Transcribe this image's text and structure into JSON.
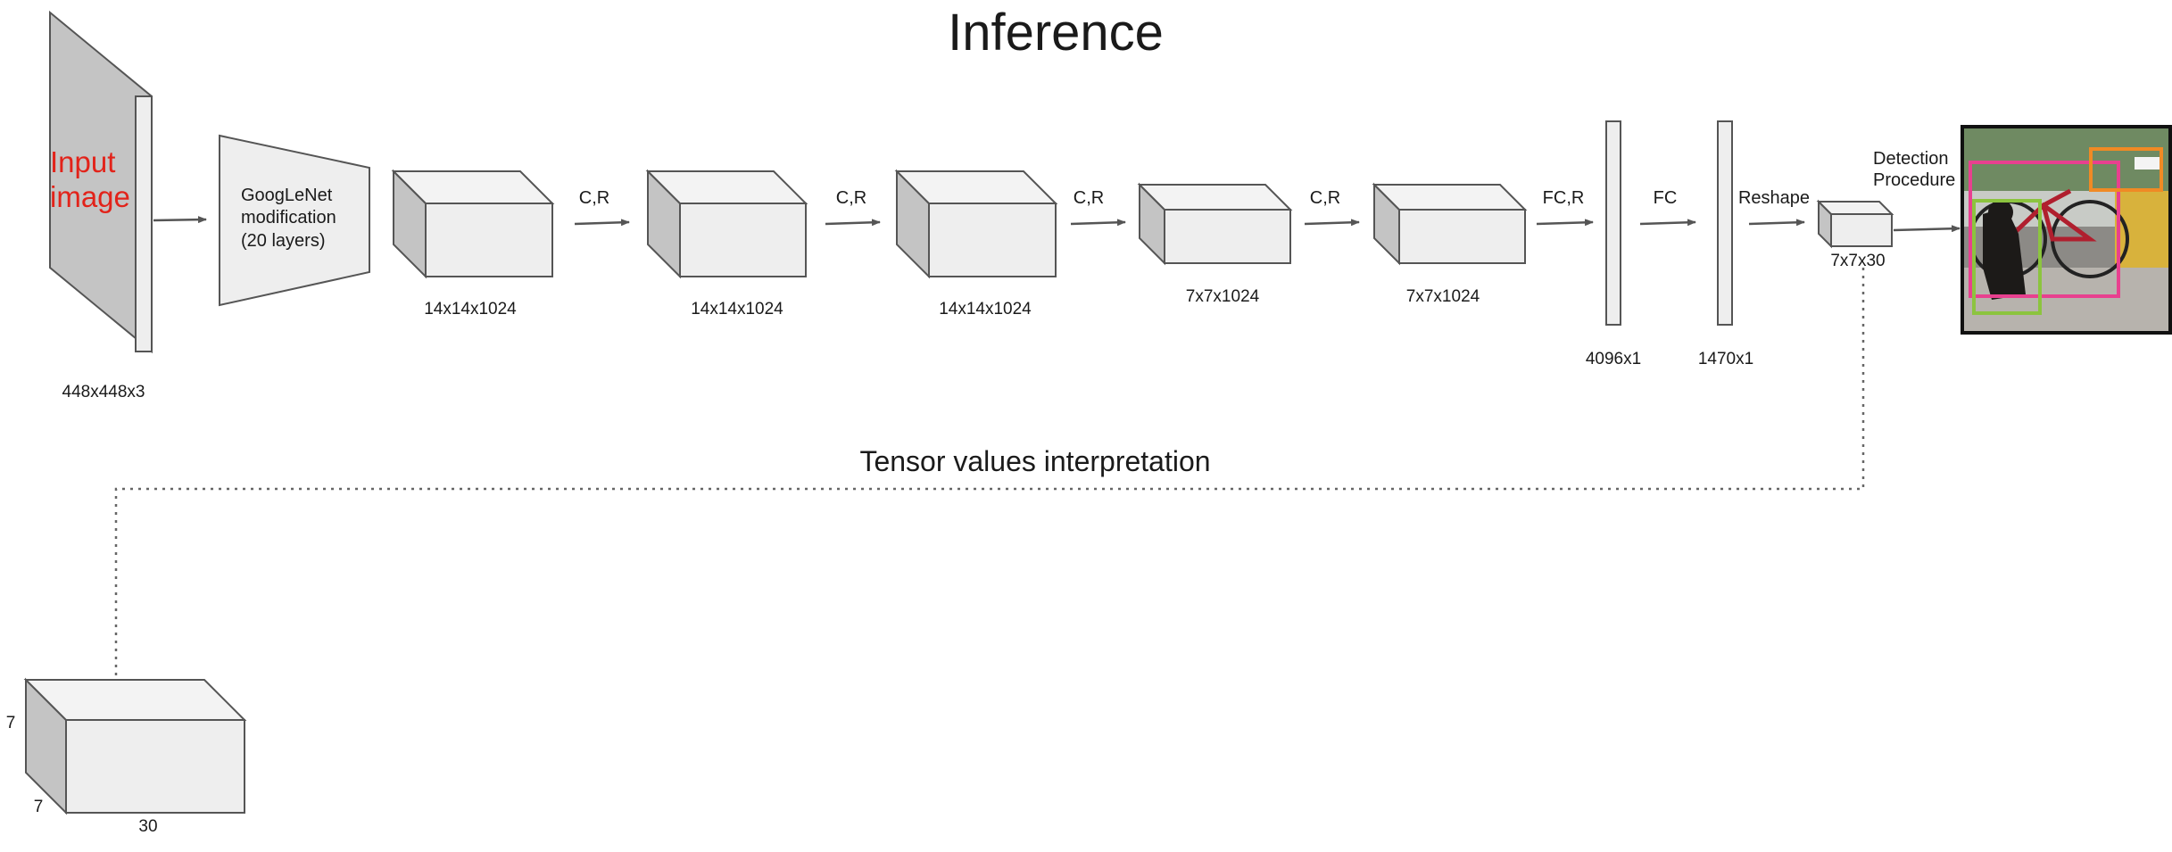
{
  "title": "Inference",
  "input": {
    "label_line1": "Input",
    "label_line2": "image",
    "dims": "448x448x3",
    "label_color": "#e2231a"
  },
  "googlenet": {
    "line1": "GoogLeNet",
    "line2": "modification",
    "line3": "(20 layers)"
  },
  "blocks": [
    {
      "dims": "14x14x1024"
    },
    {
      "dims": "14x14x1024"
    },
    {
      "dims": "14x14x1024"
    },
    {
      "dims": "7x7x1024"
    },
    {
      "dims": "7x7x1024"
    }
  ],
  "ops": [
    "C,R",
    "C,R",
    "C,R",
    "C,R",
    "FC,R",
    "FC",
    "Reshape"
  ],
  "fc_layers": [
    {
      "dims": "4096x1"
    },
    {
      "dims": "1470x1"
    }
  ],
  "output_tensor": {
    "dims": "7x7x30"
  },
  "detection": {
    "line1": "Detection",
    "line2": "Procedure",
    "box_colors": [
      "#e8408f",
      "#8cc43f",
      "#f08a24"
    ]
  },
  "interpretation": {
    "label": "Tensor values interpretation",
    "cube_height_label": "7",
    "cube_depth_label": "7",
    "cube_width_label": "30"
  },
  "colors": {
    "box_front": "#eeeeee",
    "box_top": "#f3f3f3",
    "box_side": "#c4c4c4",
    "stroke": "#555555",
    "arrow": "#555555"
  }
}
